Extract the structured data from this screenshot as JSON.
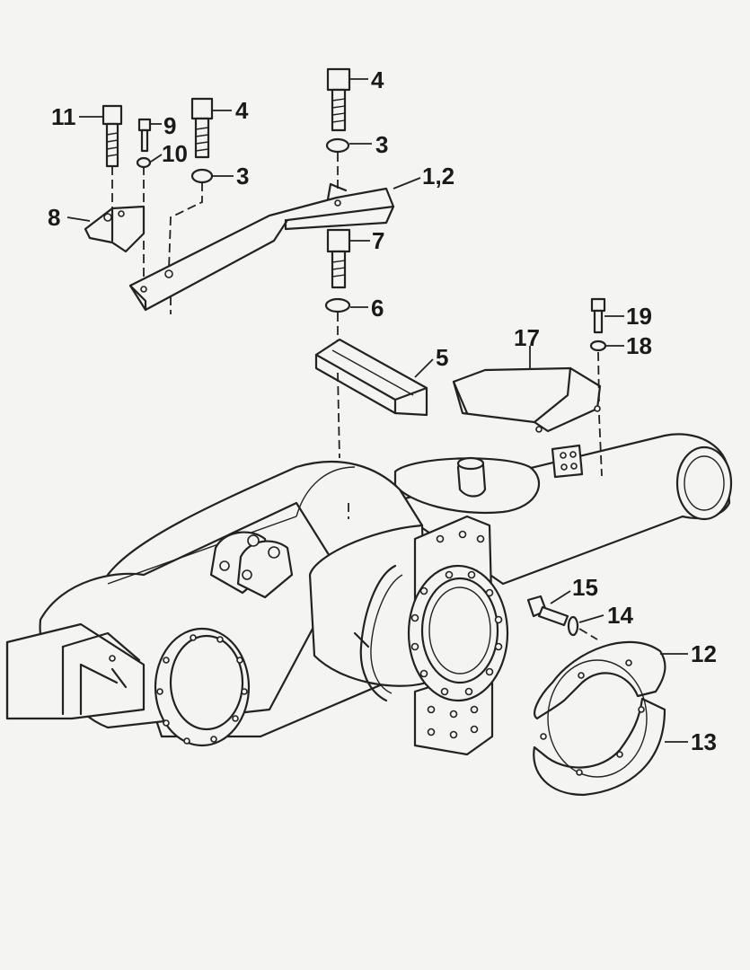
{
  "callouts": {
    "c1_2": "1,2",
    "c3a": "3",
    "c3b": "3",
    "c4a": "4",
    "c4b": "4",
    "c5": "5",
    "c6": "6",
    "c7": "7",
    "c8": "8",
    "c9": "9",
    "c10": "10",
    "c11": "11",
    "c12": "12",
    "c13": "13",
    "c14": "14",
    "c15": "15",
    "c17": "17",
    "c18": "18",
    "c19": "19"
  },
  "colors": {
    "ink": "#222222",
    "paper": "#f4f4f2"
  }
}
